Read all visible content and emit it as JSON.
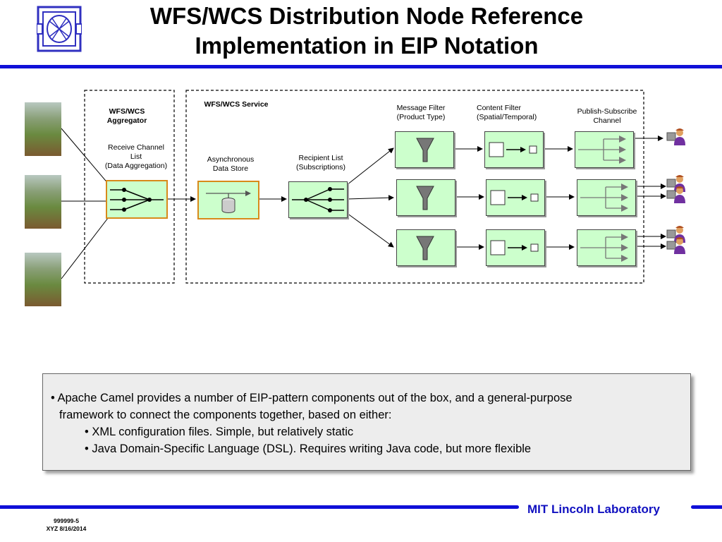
{
  "title": {
    "line1": "WFS/WCS Distribution Node Reference",
    "line2": "Implementation in EIP Notation"
  },
  "diagram": {
    "aggregator_title_l1": "WFS/WCS",
    "aggregator_title_l2": "Aggregator",
    "receive_channel_l1": "Receive Channel",
    "receive_channel_l2": "List",
    "receive_channel_l3": "(Data Aggregation)",
    "service_title": "WFS/WCS Service",
    "async_store_l1": "Asynchronous",
    "async_store_l2": "Data Store",
    "recipient_list_l1": "Recipient List",
    "recipient_list_l2": "(Subscriptions)",
    "message_filter_l1": "Message Filter",
    "message_filter_l2": "(Product Type)",
    "content_filter_l1": "Content Filter",
    "content_filter_l2": "(Spatial/Temporal)",
    "pubsub_l1": "Publish-Subscribe",
    "pubsub_l2": "Channel"
  },
  "notes": {
    "bullet1_l1": "• Apache Camel provides a number of EIP-pattern components out of the box, and a general-purpose",
    "bullet1_l2": "framework to connect the components together, based on either:",
    "sub1": "• XML configuration files. Simple, but relatively static",
    "sub2": "• Java Domain-Specific Language (DSL). Requires writing Java code, but more flexible"
  },
  "footer": {
    "lab": "MIT Lincoln Laboratory",
    "code": "999999-5",
    "author_date": "XYZ 8/16/2014"
  },
  "colors": {
    "rule_blue": "#1010d8",
    "component_fill": "#ccffcc",
    "aggregator_border": "#d88a1a"
  }
}
